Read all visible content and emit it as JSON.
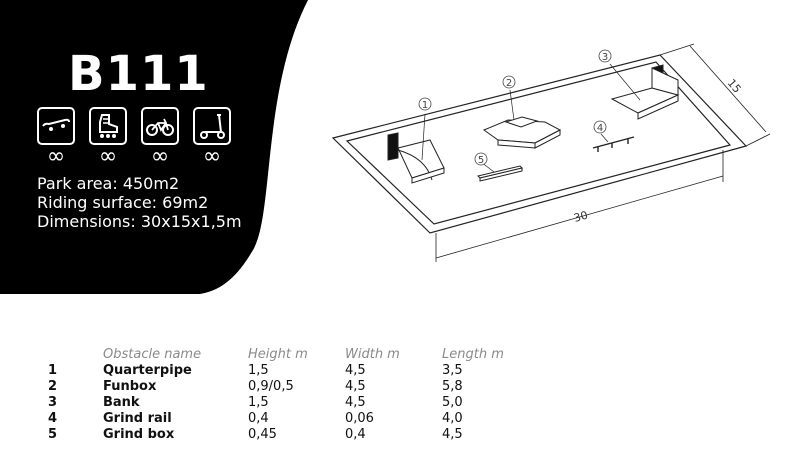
{
  "header": {
    "code": "B111"
  },
  "icons": [
    {
      "name": "skateboard-icon",
      "label": "∞"
    },
    {
      "name": "inline-skate-icon",
      "label": "∞"
    },
    {
      "name": "bmx-bike-icon",
      "label": "∞"
    },
    {
      "name": "scooter-icon",
      "label": "∞"
    }
  ],
  "specs": {
    "park_area": "Park area: 450m2",
    "riding_surface": "Riding surface: 69m2",
    "dimensions": "Dimensions: 30x15x1,5m"
  },
  "drawing": {
    "length_label": "30",
    "width_label": "15",
    "markers": [
      "1",
      "2",
      "3",
      "4",
      "5"
    ]
  },
  "table": {
    "headers": [
      "Obstacle name",
      "Height m",
      "Width m",
      "Length m"
    ],
    "rows": [
      {
        "num": "1",
        "name": "Quarterpipe",
        "height": "1,5",
        "width": "4,5",
        "length": "3,5"
      },
      {
        "num": "2",
        "name": "Funbox",
        "height": "0,9/0,5",
        "width": "4,5",
        "length": "5,8"
      },
      {
        "num": "3",
        "name": "Bank",
        "height": "1,5",
        "width": "4,5",
        "length": "5,0"
      },
      {
        "num": "4",
        "name": "Grind rail",
        "height": "0,4",
        "width": "0,06",
        "length": "4,0"
      },
      {
        "num": "5",
        "name": "Grind box",
        "height": "0,45",
        "width": "0,4",
        "length": "4,5"
      }
    ]
  },
  "colors": {
    "panel": "#000000",
    "text_light": "#ffffff",
    "header_gray": "#8a8a8a"
  }
}
